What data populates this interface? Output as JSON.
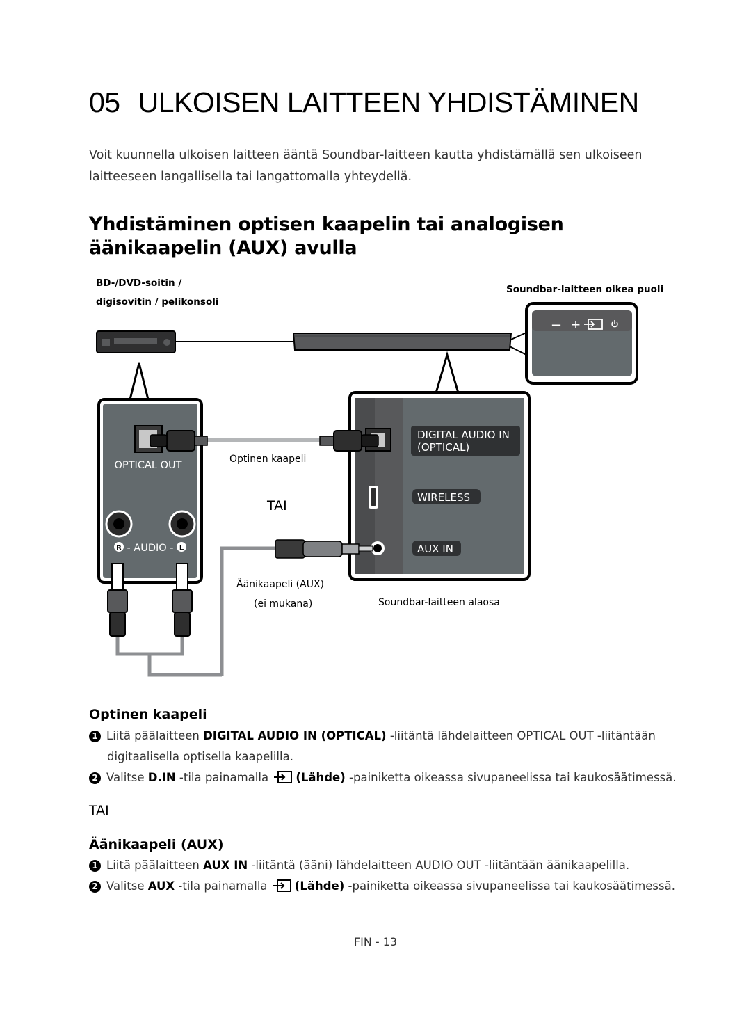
{
  "title": {
    "number": "05",
    "text": "ULKOISEN LAITTEEN YHDISTÄMINEN"
  },
  "intro": "Voit kuunnella ulkoisen laitteen ääntä Soundbar-laitteen kautta yhdistämällä sen ulkoiseen laitteeseen langallisella tai langattomalla yhteydellä.",
  "section_heading": "Yhdistäminen optisen kaapelin tai analogisen äänikaapelin (AUX) avulla",
  "diagram": {
    "source_label_1": "BD-/DVD-soitin /",
    "source_label_2": "digisovitin / pelikonsoli",
    "right_side_label": "Soundbar-laitteen oikea puoli",
    "optical_out": "OPTICAL OUT",
    "audio_label": "- AUDIO -",
    "audio_r": "R",
    "audio_l": "L",
    "optical_cable": "Optinen kaapeli",
    "or_label": "TAI",
    "aux_cable_1": "Äänikaapeli (AUX)",
    "aux_cable_2": "(ei mukana)",
    "bottom_label": "Soundbar-laitteen alaosa",
    "port_digital_1": "DIGITAL AUDIO IN",
    "port_digital_2": "(OPTICAL)",
    "port_wireless": "WIRELESS",
    "port_aux": "AUX IN",
    "panel_minus": "–",
    "panel_plus": "+"
  },
  "optical": {
    "heading": "Optinen kaapeli",
    "steps": [
      {
        "num": "1",
        "p1": "Liitä päälaitteen ",
        "b1": "DIGITAL AUDIO IN (OPTICAL)",
        "p2": " -liitäntä lähdelaitteen OPTICAL OUT -liitäntään",
        "p3": "digitaalisella optisella kaapelilla."
      },
      {
        "num": "2",
        "p1": "Valitse ",
        "b1": "D.IN",
        "p2": " -tila painamalla ",
        "b2": "(Lähde)",
        "p3": " -painiketta oikeassa sivupaneelissa tai kaukosäätimessä."
      }
    ]
  },
  "or_text": "TAI",
  "aux": {
    "heading": "Äänikaapeli (AUX)",
    "steps": [
      {
        "num": "1",
        "p1": "Liitä päälaitteen ",
        "b1": "AUX IN",
        "p2": " -liitäntä (ääni) lähdelaitteen AUDIO OUT -liitäntään äänikaapelilla."
      },
      {
        "num": "2",
        "p1": "Valitse ",
        "b1": "AUX",
        "p2": " -tila painamalla ",
        "b2": "(Lähde)",
        "p3": " -painiketta oikeassa sivupaneelissa tai kaukosäätimessä."
      }
    ]
  },
  "footer": "FIN - 13"
}
